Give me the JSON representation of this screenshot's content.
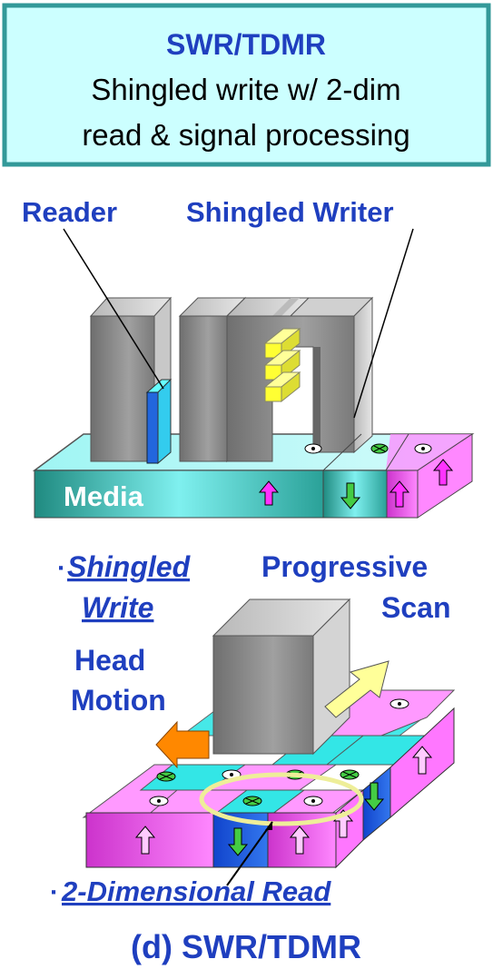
{
  "title_box": {
    "title": "SWR/TDMR",
    "line1": "Shingled write w/ 2-dim",
    "line2": "read & signal processing"
  },
  "top_diagram": {
    "reader_label": "Reader",
    "writer_label": "Shingled Writer",
    "media_label": "Media"
  },
  "bottom_diagram": {
    "shingled_bullet": "·",
    "shingled_line1": "Shingled",
    "shingled_line2": "Write",
    "progressive_line1": "Progressive",
    "progressive_line2": "Scan",
    "head_line1": "Head",
    "head_line2": "Motion",
    "read_bullet": "·",
    "read_label": "2-Dimensional Read"
  },
  "caption": "(d) SWR/TDMR",
  "colors": {
    "title_box_fill": "#ccffff",
    "title_box_border": "#339999",
    "label_blue": "#1f3fbf",
    "media_teal": "#2aa198",
    "media_cyan": "#66ffff",
    "magenta": "#ff66ff",
    "magenta_dark": "#cc33cc",
    "blue_block": "#2266dd",
    "gray_block": "#9a9a9a",
    "yellow_coil": "#ffff66",
    "orange_arrow": "#ff8800",
    "ellipse_yellow": "#eeee99"
  }
}
